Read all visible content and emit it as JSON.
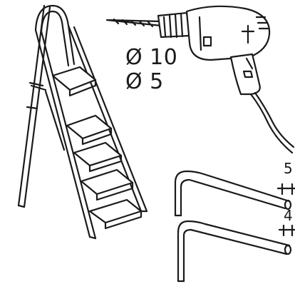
{
  "tools": {
    "drill": {
      "bit_sizes": [
        "Ø 10",
        "Ø 5"
      ]
    },
    "hex_keys": [
      {
        "size": "5"
      },
      {
        "size": "4"
      }
    ]
  },
  "colors": {
    "line": "#1a1a1a",
    "background": "#ffffff"
  },
  "icons": [
    "step-ladder-icon",
    "power-drill-icon",
    "hex-key-icon"
  ]
}
